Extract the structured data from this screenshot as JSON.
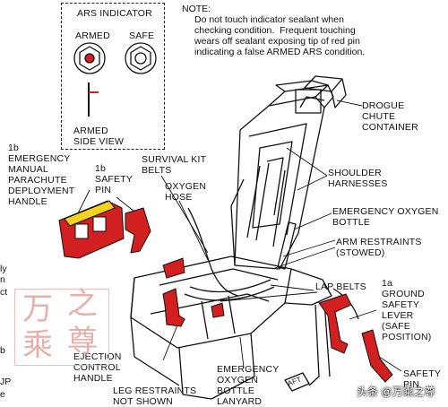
{
  "ars_indicator": {
    "title": "ARS INDICATOR",
    "armed": "ARMED",
    "safe": "SAFE",
    "armed_side_view": "ARMED\nSIDE VIEW"
  },
  "note": {
    "heading": "NOTE:",
    "body": "Do not touch indicator sealant when\nchecking condition.  Frequent touching\nwears off sealant exposing tip of red pin\nindicating a false ARMED ARS condition."
  },
  "labels": {
    "drogue": "DROGUE\nCHUTE\nCONTAINER",
    "emergency_manual": "1b\nEMERGENCY\nMANUAL\nPARACHUTE\nDEPLOYMENT\nHANDLE",
    "safety_pin_1b": "1b\nSAFETY\nPIN",
    "survival_kit": "SURVIVAL KIT\nBELTS",
    "oxygen_hose": "OXYGEN\nHOSE",
    "shoulder": "SHOULDER\nHARNESSES",
    "emergency_oxygen_bottle": "EMERGENCY OXYGEN\nBOTTLE",
    "arm_restraints": "ARM RESTRAINTS\n(STOWED)",
    "lap_belts": "LAP BELTS",
    "ground_safety_lever": "1a\nGROUND\nSAFETY\nLEVER\n(SAFE\nPOSITION)",
    "ejection_control": "EJECTION\nCONTROL\nHANDLE",
    "leg_restraints": "LEG RESTRAINTS\nNOT SHOWN",
    "emergency_oxygen_lanyard": "EMERGENCY\nOXYGEN\nBOTTLE\nLANYARD",
    "safety_pin": "SAFETY\nPIN",
    "aft": "AFT"
  },
  "left_edge_fragments": [
    "ly",
    "n",
    "ct",
    "b",
    "JP",
    "e"
  ],
  "watermark": {
    "c1": "万",
    "c2": "之",
    "c3": "乘",
    "c4": "尊"
  },
  "attribution": "头条 @万乘之尊",
  "colors": {
    "red": "#d21f1f",
    "line": "#111111",
    "watermark": "#e3a39e"
  }
}
